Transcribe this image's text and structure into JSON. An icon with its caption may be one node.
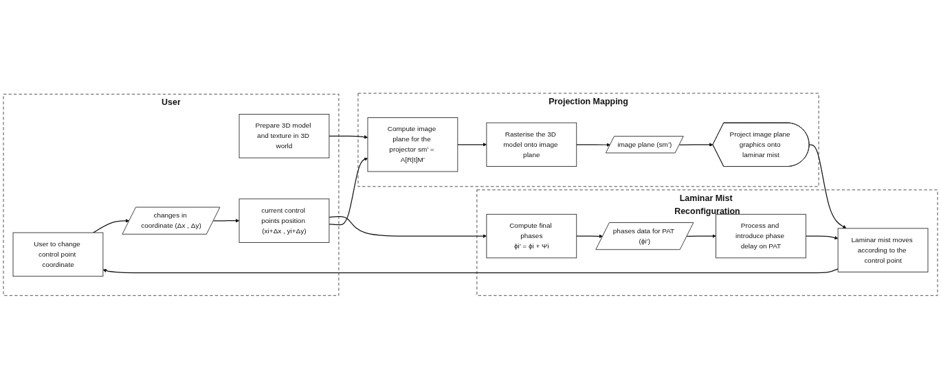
{
  "diagram": {
    "nodes": [
      {
        "text": [
          "User"
        ]
      },
      {
        "text": [
          "User to change control point coordinate"
        ],
        "in": 0
      },
      {
        "text": [
          "changes in coordinate (Δx , Δy)"
        ],
        "in": 0
      },
      {
        "text": [
          "current control points position (xi+Δx , yi+Δy)"
        ],
        "in": 0
      },
      {
        "text": [
          "Prepare 3D model and texture in 3D world"
        ],
        "in": 0
      },
      {
        "text": [
          "Laminar Mist Reconfiguration"
        ]
      },
      {
        "text": [
          "Compute final phases",
          "ϕi’ = ϕi + Ψi"
        ],
        "in": 5
      },
      {
        "text": [
          "phases data for PAT (ϕi’)"
        ],
        "in": 5
      },
      {
        "text": [
          "Process and introduce phase delay on PAT"
        ],
        "in": 5
      },
      {
        "text": [
          "Laminar mist moves according to the control point"
        ],
        "in": 5
      },
      {
        "text": [
          "Projection Mapping"
        ]
      },
      {
        "text": [
          "Compute image plane for the projector sm’ = A[R|t]M’"
        ],
        "in": 10
      },
      {
        "text": [
          "Rasterise the 3D model onto image plane"
        ],
        "in": 10
      },
      {
        "text": [
          "image plane (sm’)"
        ],
        "in": 10
      },
      {
        "text": [
          "Project image plane graphics onto laminar mist"
        ],
        "in": 10
      }
    ],
    "edges": [
      {
        "from": 1,
        "to": 2,
        "arrow": "to"
      },
      {
        "from": 2,
        "to": 3,
        "arrow": "to"
      },
      {
        "from": 3,
        "to": 6,
        "arrow": "to"
      },
      {
        "from": 3,
        "to": 11,
        "arrow": "to"
      },
      {
        "from": 4,
        "to": 11,
        "arrow": "to"
      },
      {
        "from": 6,
        "to": 7,
        "arrow": "to"
      },
      {
        "from": 7,
        "to": 8,
        "arrow": "to"
      },
      {
        "from": 8,
        "to": 9,
        "arrow": "to"
      },
      {
        "from": 9,
        "to": 1,
        "arrow": "to"
      },
      {
        "from": 11,
        "to": 12,
        "arrow": "to"
      },
      {
        "from": 12,
        "to": 13,
        "arrow": "to"
      },
      {
        "from": 13,
        "to": 14,
        "arrow": "to"
      },
      {
        "from": 14,
        "to": 9,
        "arrow": "to"
      }
    ]
  }
}
